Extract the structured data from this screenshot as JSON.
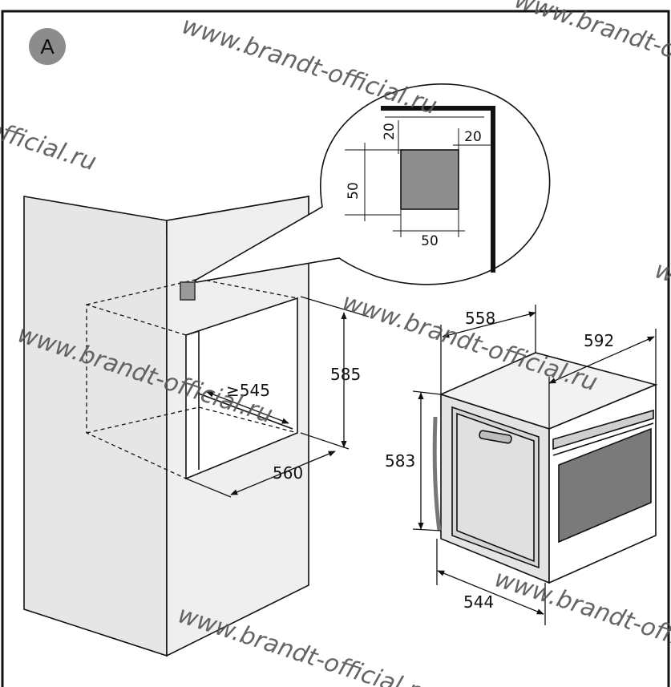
{
  "figure": {
    "badge_label": "A",
    "watermark": "www.brandt-official.ru",
    "cabinet": {
      "height_label": "585",
      "depth_label": "≥545",
      "width_label": "560"
    },
    "detail": {
      "vent_height_label": "50",
      "vent_width_label": "50",
      "offset_top_label": "20",
      "offset_side_label": "20"
    },
    "oven": {
      "width_label": "592",
      "depth_label": "558",
      "height_label": "583",
      "door_depth_label": "544"
    }
  }
}
